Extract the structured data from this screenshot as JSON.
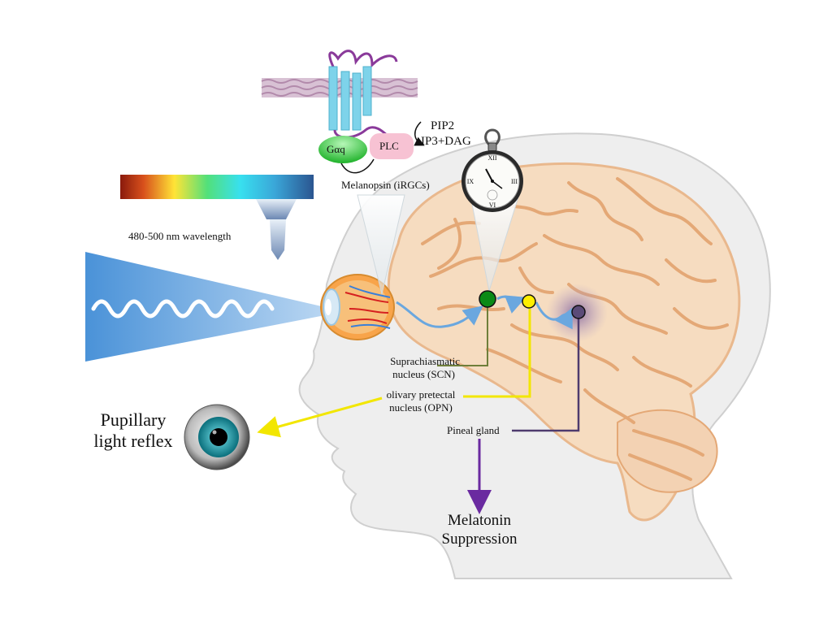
{
  "labels": {
    "pip2": "PIP2",
    "ip3_dag": "IP3+DAG",
    "gaq": "Gαq",
    "plc": "PLC",
    "melanopsin": "Melanopsin (iRGCs)",
    "wavelength": "480-500 nm wavelength",
    "scn_line1": "Suprachiasmatic",
    "scn_line2": "nucleus (SCN)",
    "opn_line1": "olivary pretectal",
    "opn_line2": "nucleus (OPN)",
    "pineal": "Pineal gland",
    "pupil_line1": "Pupillary",
    "pupil_line2": "light reflex",
    "melatonin_line1": "Melatonin",
    "melatonin_line2": "Suppression"
  },
  "colors": {
    "brain": "#f6dcc0",
    "brain_folds": "#e4a876",
    "head": "#eeeeee",
    "head_outline": "#c9c9c9",
    "light_beam": "#6aa7df",
    "scn_node": "#0a8a16",
    "opn_node": "#ffee00",
    "pineal_node": "#5b4b78",
    "opn_line": "#f2e600",
    "pineal_line": "#4e3b6e",
    "scn_line": "#6f7f3a",
    "melatonin_arrow": "#6a2aa0",
    "receptor": "#7ed3ea",
    "membrane": "#c9a8c2",
    "gaq": "#3fd64a",
    "plc": "#f7c2d3"
  },
  "icons": [
    "eye-icon",
    "pocket-watch-icon",
    "pupil-icon",
    "light-wave-icon",
    "spectrum-bar-icon"
  ]
}
